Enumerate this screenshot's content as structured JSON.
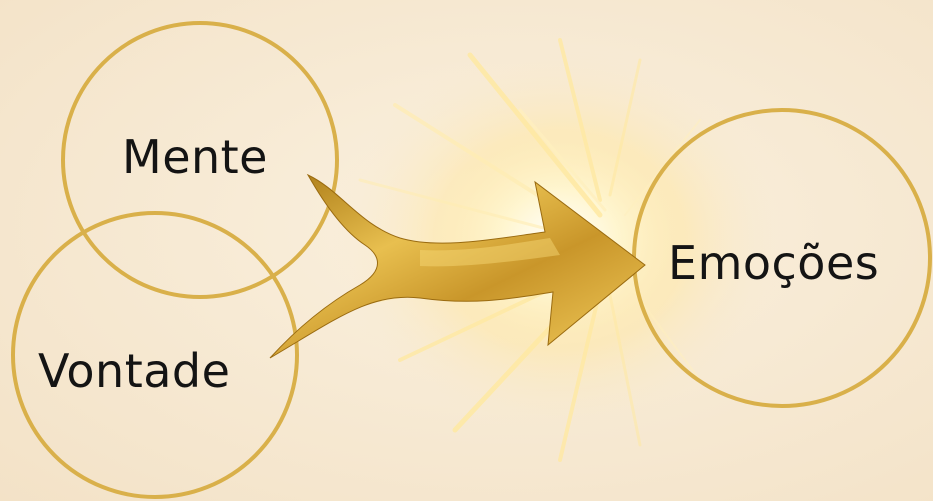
{
  "diagram": {
    "nodes": [
      {
        "id": "mente",
        "label": "Mente"
      },
      {
        "id": "vontade",
        "label": "Vontade"
      },
      {
        "id": "emocoes",
        "label": "Emoções"
      }
    ],
    "edges": [
      {
        "from": [
          "mente",
          "vontade"
        ],
        "to": "emocoes",
        "style": "golden-arrow"
      }
    ]
  },
  "colors": {
    "background": "#f6ead6",
    "circle_stroke": "#d9b04a",
    "arrow_gold_light": "#f2cc5c",
    "arrow_gold_dark": "#a87814",
    "glow": "#fff4c2",
    "text": "#141414"
  }
}
